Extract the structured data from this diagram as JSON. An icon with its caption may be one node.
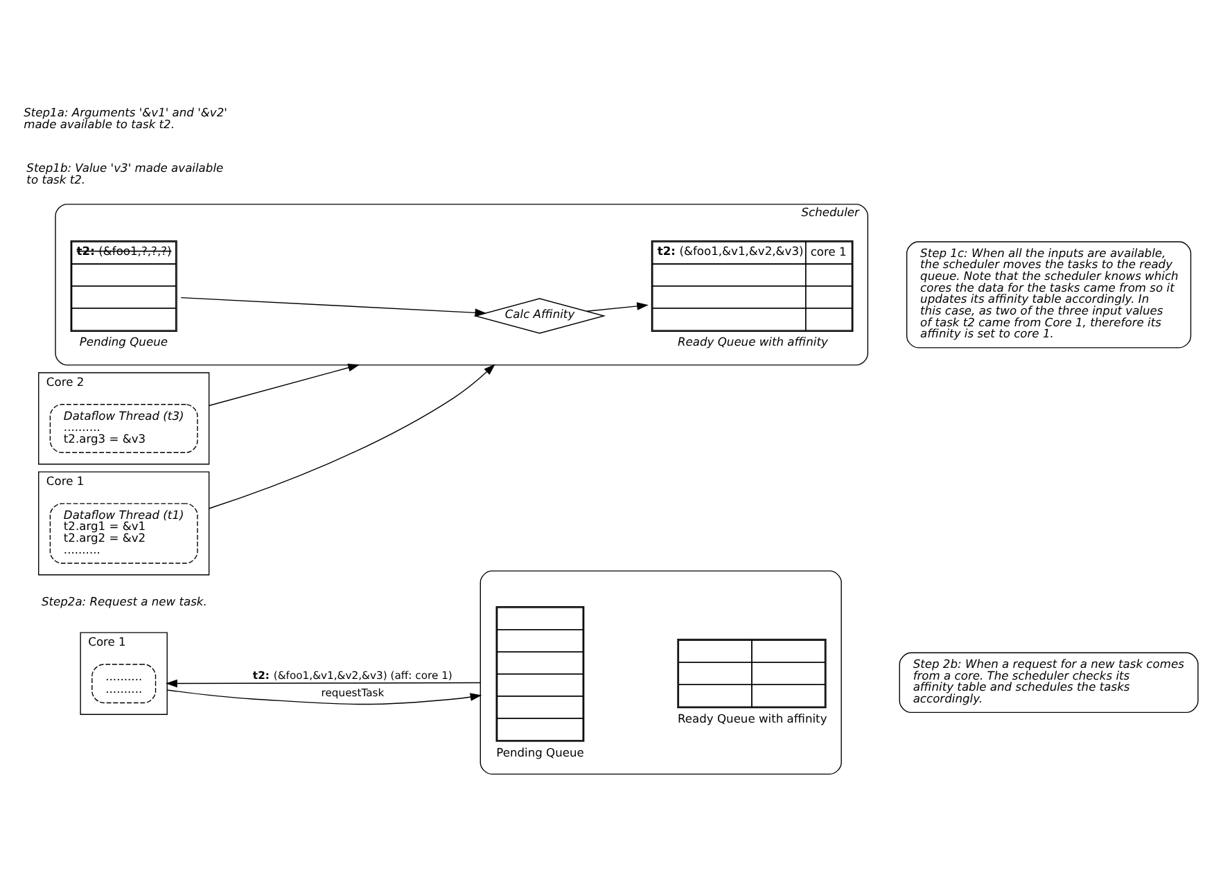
{
  "diagram": {
    "nodes": [
      {
        "text": [
          "Core 1"
        ]
      },
      {
        "text": [
          "Dataflow Thread (t1)",
          "t2.arg1 = &v1",
          "t2.arg2 = &v2",
          ".........."
        ],
        "in": 0
      },
      {
        "text": [
          "Core 2"
        ]
      },
      {
        "text": [
          "Dataflow Thread (t3)",
          "..........",
          "t2.arg3 = &v3"
        ],
        "in": 2
      },
      {
        "text": [
          "Scheduler"
        ]
      },
      {
        "text": [
          "Calc Affinity"
        ],
        "in": 4
      },
      {
        "text": [
          "**t2:** (&foo1,?,?,?)"
        ],
        "in": 4,
        "beside": [
          "Pending Queue"
        ]
      },
      {
        "text": [
          "**t2:** (&foo1,&v1,&v2,&v3)",
          "core 1"
        ],
        "in": 4,
        "beside": [
          "Ready Queue with affinity"
        ]
      },
      {
        "text": [
          "Step 1c: When all the inputs are available, the scheduler moves the tasks to the ready queue. Note that the scheduler knows which cores the data for the tasks came from so it updates its affinity table accordingly. In this case, as two of the three input values of task t2 came from Core 1, therefore its affinity is set to core 1."
        ]
      },
      {
        "text": [
          "Core 1"
        ]
      },
      {
        "text": [
          "..........",
          ".........."
        ],
        "in": 9
      },
      {
        "text": [],
        "shape": "box"
      },
      {
        "text": [],
        "shape": "box",
        "in": 11,
        "beside": [
          "Pending Queue"
        ]
      },
      {
        "text": [],
        "shape": "box",
        "in": 11,
        "beside": [
          "Ready Queue with affinity"
        ]
      },
      {
        "text": [
          "Step 2b: When a request for a new task comes from a core. The scheduler checks its affinity table and schedules the tasks accordingly."
        ]
      }
    ],
    "edges": [
      {
        "from": 0,
        "to": 4,
        "arrow": "to"
      },
      {
        "from": 2,
        "to": 4,
        "arrow": "to"
      },
      {
        "from": 6,
        "to": 5,
        "arrow": "to"
      },
      {
        "from": 5,
        "to": 7,
        "arrow": "to"
      },
      {
        "from": 11,
        "to": 9,
        "arrow": "to",
        "label": "**t2:** (&foo1,&v1,&v2,&v3) (aff: core 1)"
      },
      {
        "from": 9,
        "to": 11,
        "arrow": "to",
        "label": "requestTask"
      }
    ],
    "labels": [
      "Step1a: Arguments '&v1' and '&v2' made available to task t2.",
      "Step1b: Value 'v3' made available to task t2.",
      "Step2a: Request a new task."
    ]
  }
}
